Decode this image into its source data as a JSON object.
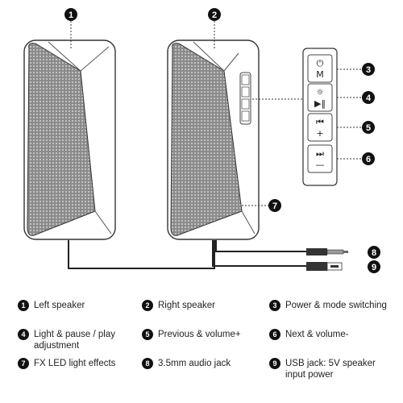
{
  "callouts": [
    "1",
    "2",
    "3",
    "4",
    "5",
    "6",
    "7",
    "8",
    "9"
  ],
  "buttons": [
    {
      "icons": [
        "power-icon",
        "mode-m-icon"
      ],
      "glyphs": [
        "⏻",
        "M"
      ]
    },
    {
      "icons": [
        "light-sun-icon",
        "play-pause-icon"
      ],
      "glyphs": [
        "☼",
        "▶‖"
      ]
    },
    {
      "icons": [
        "previous-icon",
        "plus-icon"
      ],
      "glyphs": [
        "⏮",
        "+"
      ]
    },
    {
      "icons": [
        "next-icon",
        "minus-icon"
      ],
      "glyphs": [
        "⏭",
        "—"
      ]
    }
  ],
  "legend": [
    {
      "num": "1",
      "label": "Left speaker"
    },
    {
      "num": "2",
      "label": "Right speaker"
    },
    {
      "num": "3",
      "label": "Power & mode switching"
    },
    {
      "num": "4",
      "label": "Light & pause / play\nadjustment"
    },
    {
      "num": "5",
      "label": "Previous & volume+"
    },
    {
      "num": "6",
      "label": "Next & volume-"
    },
    {
      "num": "7",
      "label": "FX LED light effects"
    },
    {
      "num": "8",
      "label": "3.5mm audio jack"
    },
    {
      "num": "9",
      "label": "USB jack: 5V speaker\ninput power"
    }
  ]
}
